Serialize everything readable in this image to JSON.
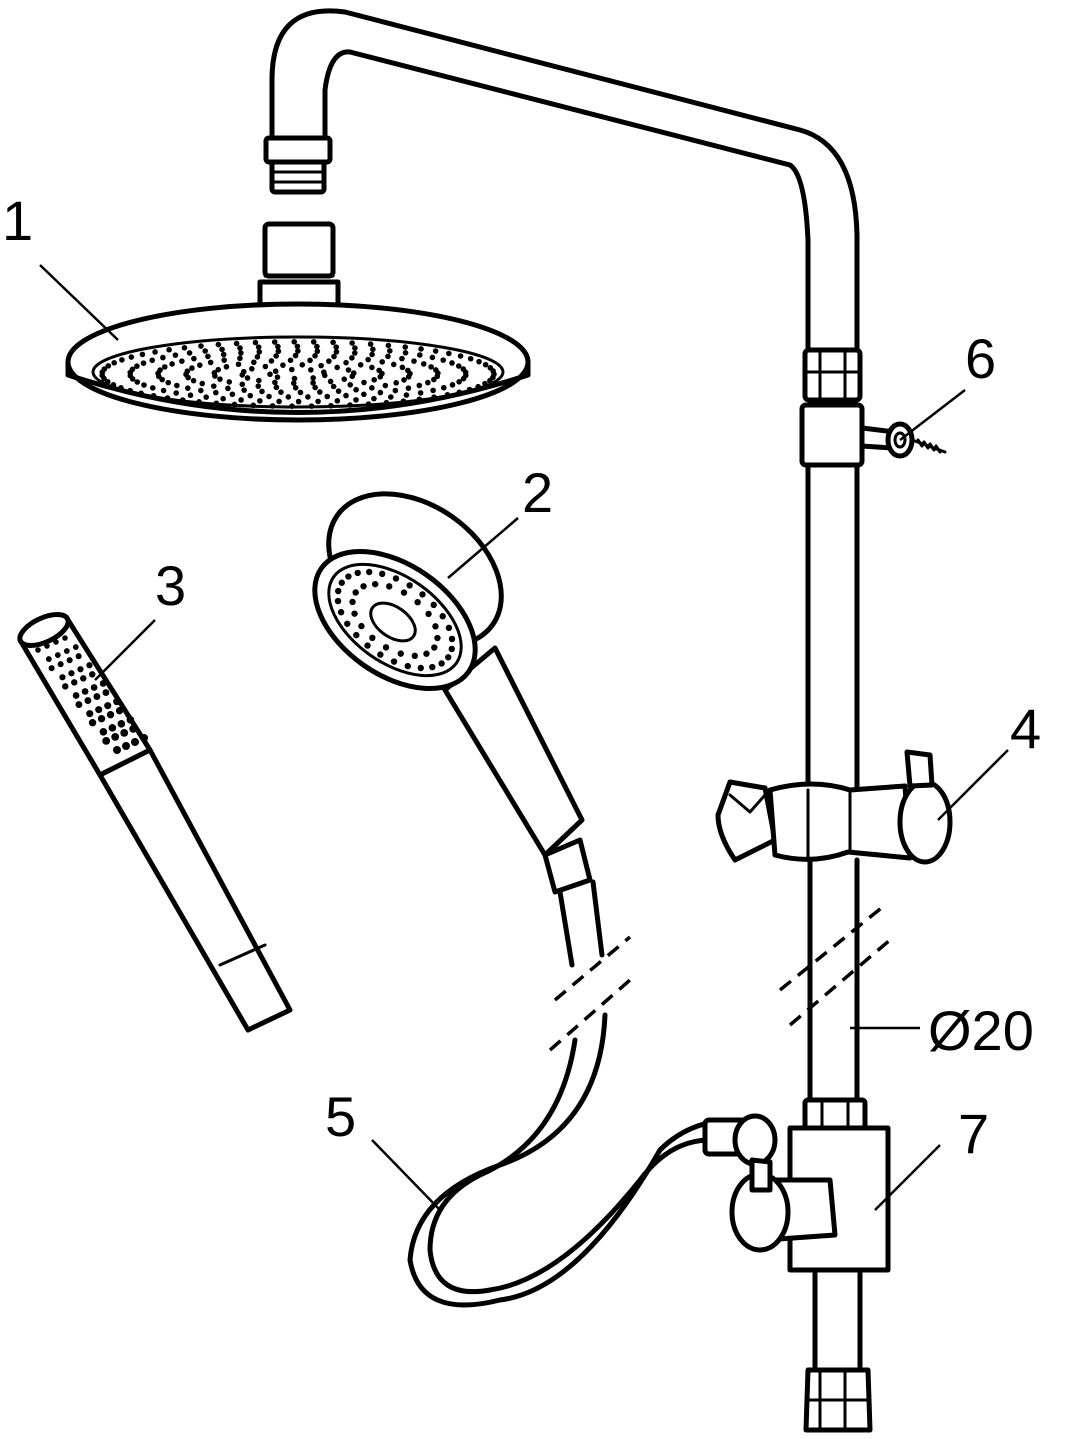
{
  "callouts": {
    "c1": "1",
    "c2": "2",
    "c3": "3",
    "c4": "4",
    "c5": "5",
    "c6": "6",
    "c7": "7",
    "diameter": "Ø20"
  }
}
